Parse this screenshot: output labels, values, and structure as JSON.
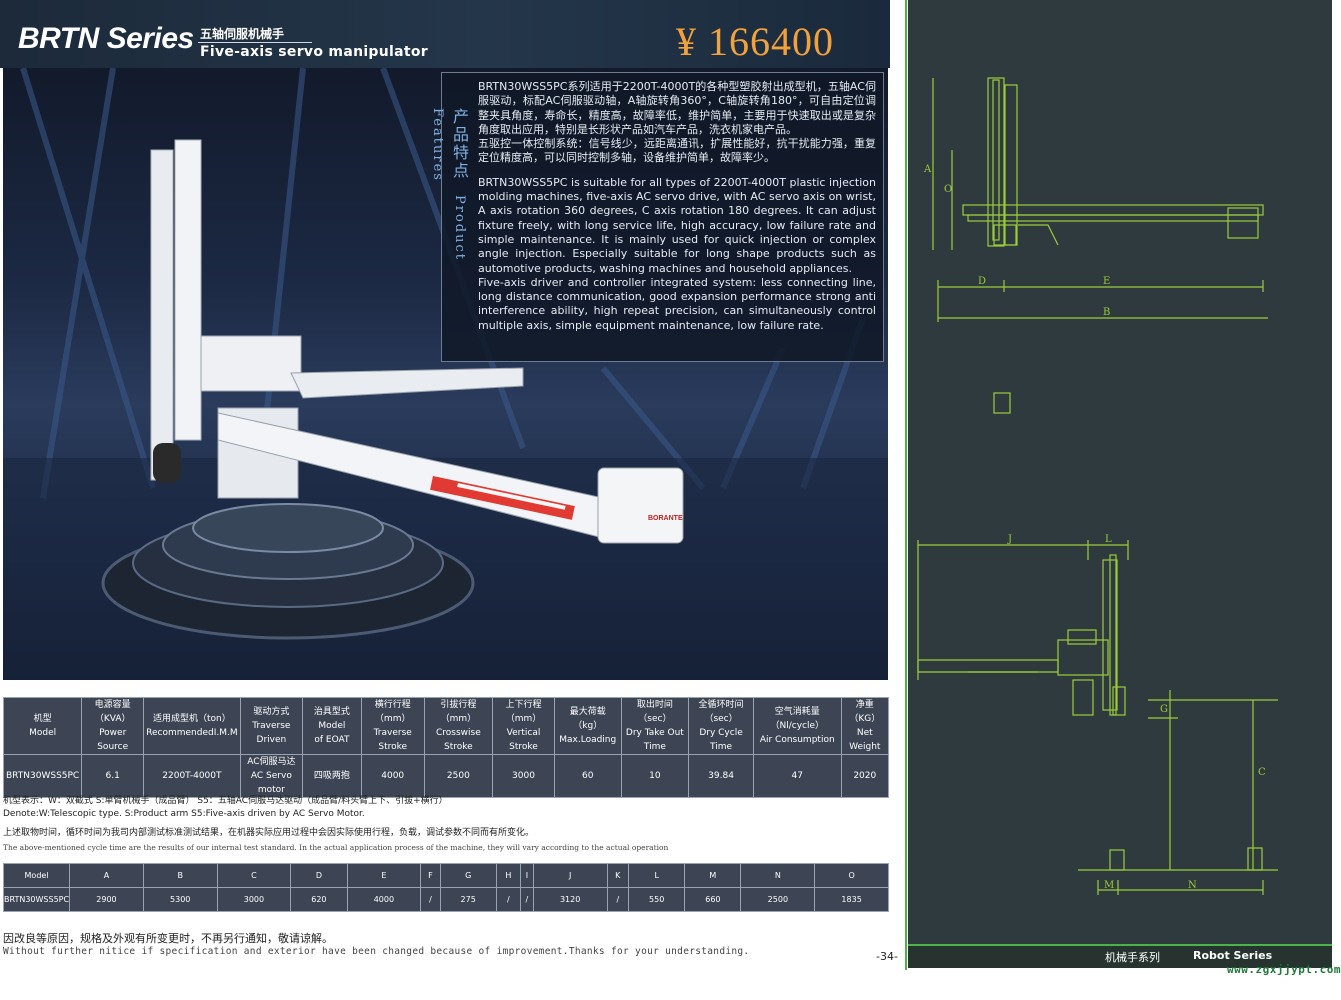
{
  "header": {
    "series": "BRTN Series",
    "subtitle_cn": "五轴伺服机械手",
    "subtitle_en": "Five-axis servo manipulator",
    "price": "¥ 166400"
  },
  "features": {
    "vertical_label_cn": "产品特点",
    "vertical_label_en": "Product Features",
    "cn_para1": "BRTN30WSS5PC系列适用于2200T-4000T的各种型塑胶射出成型机，五轴AC伺服驱动，标配AC伺服驱动轴，A轴旋转角360°，C轴旋转角180°，可自由定位调整夹具角度，寿命长，精度高，故障率低，维护简单，主要用于快速取出或是复杂角度取出应用，特别是长形状产品如汽车产品，洗衣机家电产品。",
    "cn_para2": "五驱控一体控制系统：信号线少，远距离通讯，扩展性能好，抗干扰能力强，重复定位精度高，可以同时控制多轴，设备维护简单，故障率少。",
    "en_para1": "BRTN30WSS5PC is suitable for all types of 2200T-4000T plastic injection molding machines, five-axis AC servo drive, with AC servo axis on wrist, A axis rotation 360 degrees, C axis rotation 180 degrees. It can adjust fixture freely, with long service life, high accuracy, low failure rate and simple maintenance. It is mainly used for quick injection or complex angle injection. Especially suitable for long shape products such as automotive products, washing machines and household appliances.",
    "en_para2": "Five-axis driver and controller integrated system: less connecting line, long distance communication, good expansion performance strong anti interference ability, high repeat precision, can simultaneously control multiple axis, simple equipment maintenance, low failure rate."
  },
  "hero": {
    "brand_label": "BORANTE"
  },
  "spec_table": {
    "headers": [
      {
        "cn": "机型",
        "en": "Model"
      },
      {
        "cn": "电源容量（KVA）",
        "en": "Power Source"
      },
      {
        "cn": "适用成型机（ton）",
        "en": "RecommendedI.M.M"
      },
      {
        "cn": "驱动方式",
        "en": "Traverse Driven"
      },
      {
        "cn": "治具型式　Model",
        "en": "of EOAT"
      },
      {
        "cn": "横行行程（mm）",
        "en": "Traverse Stroke"
      },
      {
        "cn": "引拔行程（mm）",
        "en": "Crosswise Stroke"
      },
      {
        "cn": "上下行程（mm）",
        "en": "Vertical Stroke"
      },
      {
        "cn": "最大荷载（kg）",
        "en": "Max.Loading"
      },
      {
        "cn": "取出时间（sec）",
        "en": "Dry Take Out Time"
      },
      {
        "cn": "全循环时间（sec）",
        "en": "Dry Cycle Time"
      },
      {
        "cn": "空气消耗量（Nl/cycle）",
        "en": "Air Consumption"
      },
      {
        "cn": "净重（KG）",
        "en": "Net Weight"
      }
    ],
    "row": {
      "model": "BRTN30WSS5PC",
      "power": "6.1",
      "imm": "2200T-4000T",
      "drive_cn": "AC伺服马达",
      "drive_en": "AC Servo motor",
      "eoat": "四吸两抱",
      "traverse": "4000",
      "crosswise": "2500",
      "vertical": "3000",
      "loading": "60",
      "take_out": "10",
      "cycle": "39.84",
      "air": "47",
      "weight": "2020"
    }
  },
  "notes": {
    "note1": "机型表示：W：双截式 S:单臂机械手（成品臂） S5：五轴AC伺服马达驱动（成品臂/料头臂上下、引拔+横行）",
    "note2": "Denote:W:Telescopic type. S:Product arm S5:Five-axis driven by AC Servo Motor.",
    "note3": "上述取物时间，循环时间为我司内部测试标准测试结果，在机器实际应用过程中会因实际使用行程，负载，调试参数不同而有所变化。",
    "note4": "The above-mentioned cycle time are the results of our internal test standard. In the actual application process of the machine, they will vary according to the actual operation"
  },
  "dim_table": {
    "headers": [
      "Model",
      "A",
      "B",
      "C",
      "D",
      "E",
      "F",
      "G",
      "H",
      "I",
      "J",
      "K",
      "L",
      "M",
      "N",
      "O"
    ],
    "row": [
      "BRTN30WSS5PC",
      "2900",
      "5300",
      "3000",
      "620",
      "4000",
      "/",
      "275",
      "/",
      "/",
      "3120",
      "/",
      "550",
      "660",
      "2500",
      "1835"
    ]
  },
  "footer": {
    "cn": "因改良等原因，规格及外观有所变更时，不再另行通知，敬请谅解。",
    "en": "Without further nitice if specification and exterior have been changed because of improvement.Thanks for your understanding.",
    "page": "-34-"
  },
  "drawings": {
    "top_labels": [
      "A",
      "O",
      "D",
      "E",
      "B"
    ],
    "bottom_labels": [
      "J",
      "L",
      "G",
      "C",
      "M",
      "N"
    ]
  },
  "band": {
    "cn": "机械手系列",
    "en": "Robot Series",
    "watermark": "www.zgxjjypt.com"
  },
  "colors": {
    "header_bg": "#1c2a3a",
    "price": "#f2a23c",
    "table_bg": "#3d4554",
    "right_panel": "#2f3a3e",
    "drawing_lines": "#9ccc3c",
    "accent_green": "#4bb34b"
  }
}
